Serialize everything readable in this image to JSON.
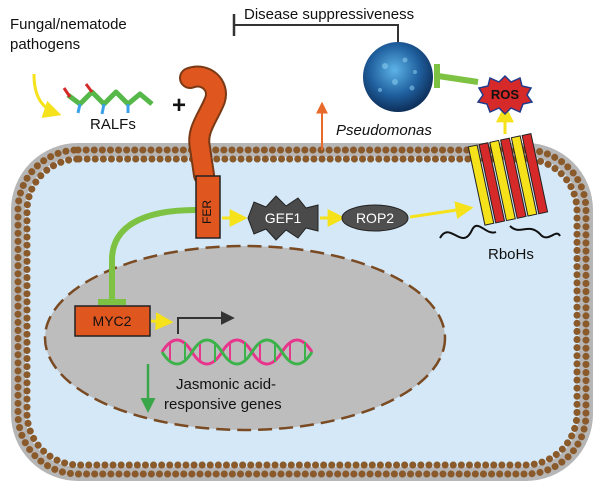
{
  "labels": {
    "pathogens_line1": "Fungal/nematode",
    "pathogens_line2": "pathogens",
    "ralfs": "RALFs",
    "plus": "+",
    "disease": "Disease suppressiveness",
    "pseudomonas": "Pseudomonas",
    "ros": "ROS",
    "fer": "FER",
    "gef1": "GEF1",
    "rop2": "ROP2",
    "rbohs": "RboHs",
    "myc2": "MYC2",
    "ja_line1": "Jasmonic acid-",
    "ja_line2": "responsive genes"
  },
  "colors": {
    "cytoplasm": "#d4e8f7",
    "nucleus": "#b9b9b9",
    "membrane_dot": "#8b5a2b",
    "receptor": "#e0561f",
    "inhibit_green": "#7dc242",
    "arrow_yellow": "#f5e21a",
    "ros_red": "#d62a2a",
    "bacterium_blue": "#1f5f9e",
    "dna_pink": "#e8358c",
    "dna_green": "#3cb34a"
  }
}
